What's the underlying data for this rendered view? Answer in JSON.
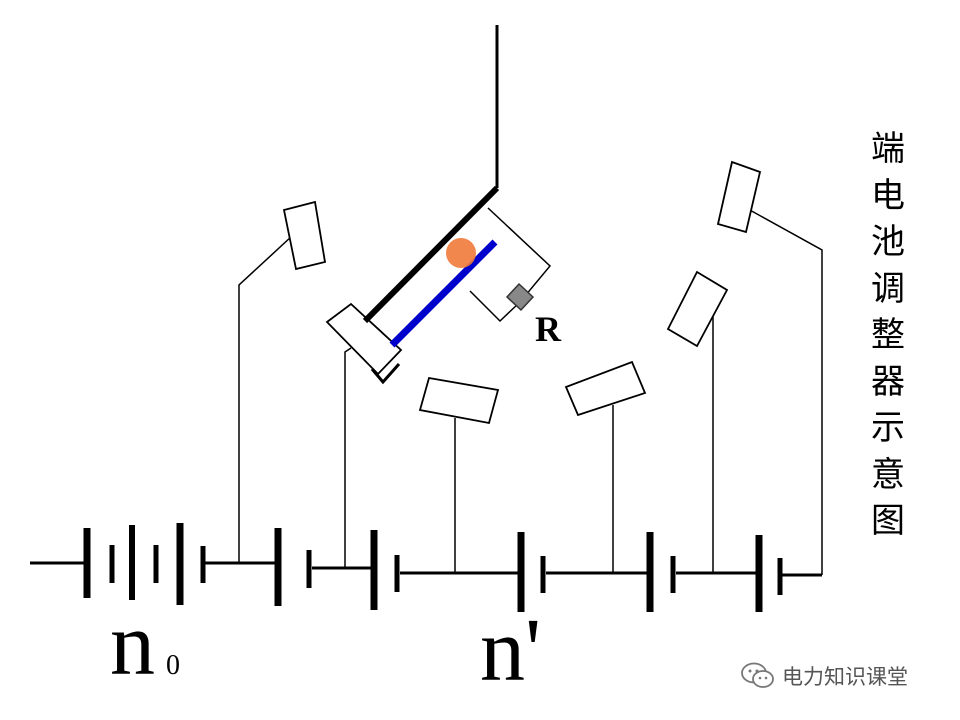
{
  "title_vertical": [
    "端",
    "电",
    "池",
    "调",
    "整",
    "器",
    "示",
    "意",
    "图"
  ],
  "labels": {
    "resistor": "R",
    "n0_main": "n",
    "n0_sub": "0",
    "nprime": "n'"
  },
  "watermark": {
    "icon": "wechat-icon",
    "text": "电力知识课堂"
  },
  "colors": {
    "line": "#000000",
    "slider_rail": "#0000cc",
    "slider_contact": "#f07a3a",
    "resistor_fill": "#888888",
    "watermark_text": "#555555"
  }
}
